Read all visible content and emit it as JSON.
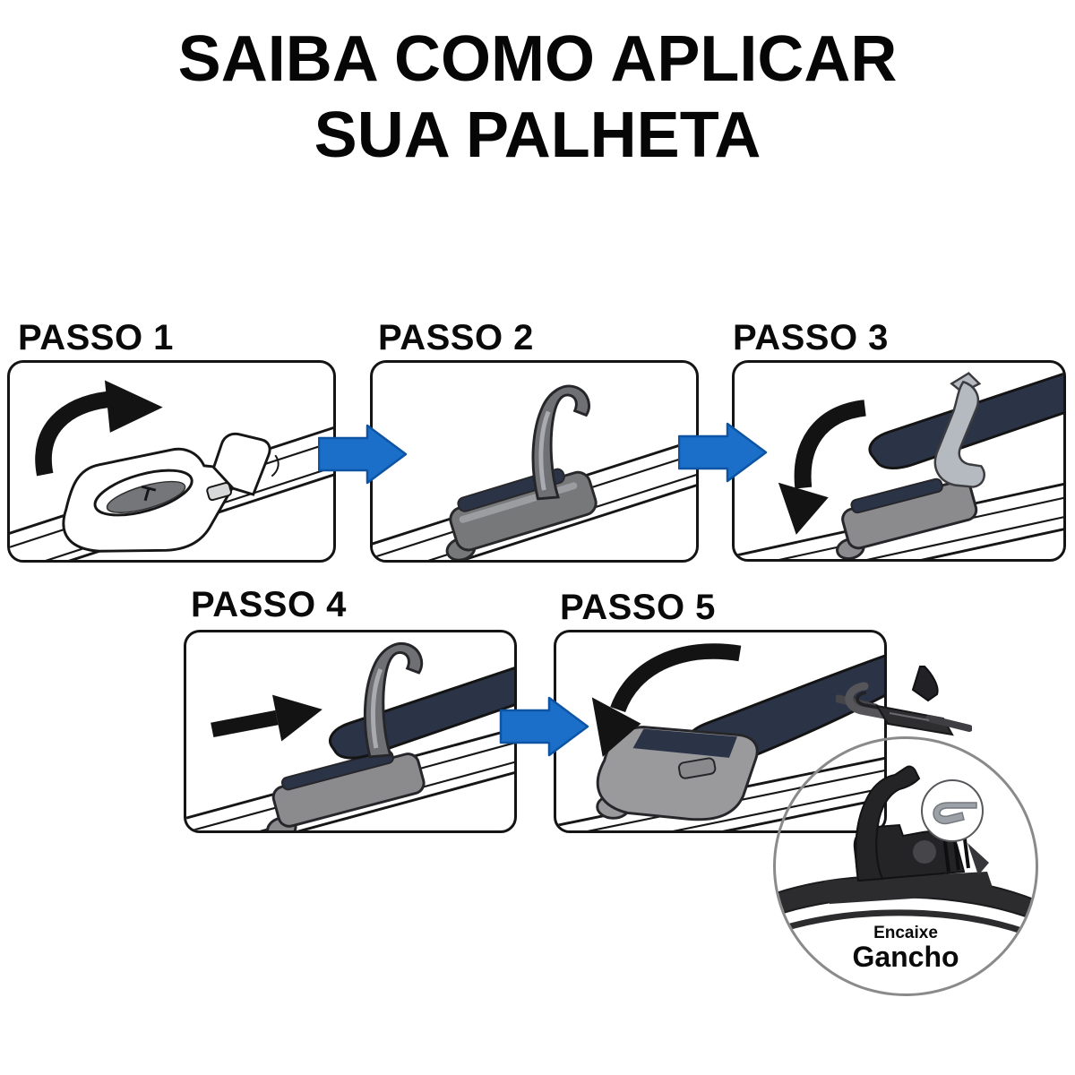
{
  "title": {
    "line1": "SAIBA COMO APLICAR",
    "line2": "SUA PALHETA"
  },
  "steps": [
    {
      "label": "PASSO 1",
      "illustration": "blade-adapter-flip-up",
      "arrow_icon": "curved-arrow-clockwise-icon"
    },
    {
      "label": "PASSO 2",
      "illustration": "wiper-arm-hook-raised",
      "arrow_icon": "hook-arm-icon"
    },
    {
      "label": "PASSO 3",
      "illustration": "arm-hook-rotate-down",
      "arrow_icon": "curved-arrow-counterclockwise-icon"
    },
    {
      "label": "PASSO 4",
      "illustration": "hook-slide-onto-adapter",
      "arrow_icon": "straight-right-arrow-icon"
    },
    {
      "label": "PASSO 5",
      "illustration": "blade-rotate-down-locked",
      "arrow_icon": "curved-arrow-counterclockwise-icon"
    }
  ],
  "flow_arrows": [
    {
      "icon": "right-block-arrow-icon",
      "from": "PASSO 1",
      "to": "PASSO 2"
    },
    {
      "icon": "right-block-arrow-icon",
      "from": "PASSO 2",
      "to": "PASSO 3"
    },
    {
      "icon": "right-block-arrow-icon",
      "from": "PASSO 4",
      "to": "PASSO 5"
    }
  ],
  "inset": {
    "caption_line1": "Encaixe",
    "caption_line2": "Gancho",
    "icon": "hook-icon"
  },
  "colors": {
    "background": "#ffffff",
    "text": "#0a0a0a",
    "flow_arrow_fill": "#1b6fc8",
    "flow_arrow_stroke": "#0d55a4",
    "panel_border": "#141414",
    "line_art_black": "#161616",
    "blade_navy": "#2b3447",
    "arm_dark_gray": "#6f7073",
    "adapter_gray": "#8b8b8d",
    "adapter_light_gray": "#9a9a9c",
    "silver_hook": "#b4bac0",
    "inset_border_gray": "#8a8a8a",
    "inset_dark": "#242427",
    "hook_icon_gray": "#9ba1a7"
  }
}
